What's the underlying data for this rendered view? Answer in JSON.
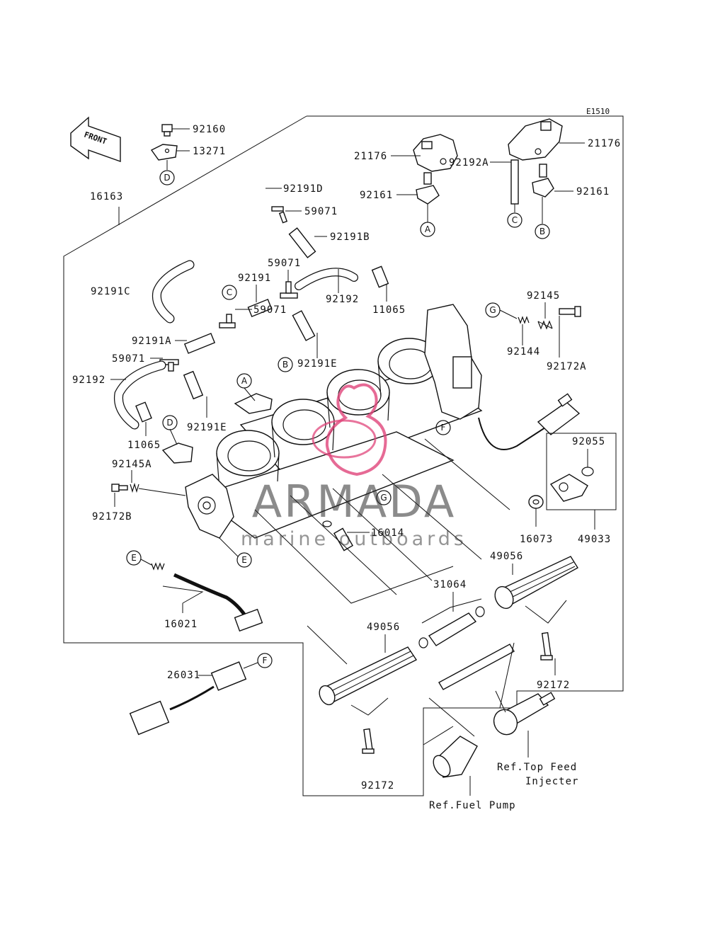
{
  "diagram_code": "E1510",
  "front_label": "FRONT",
  "parts": {
    "p92160": "92160",
    "p13271": "13271",
    "p16163": "16163",
    "p92191D": "92191D",
    "p59071_top": "59071",
    "p92191B": "92191B",
    "p21176_left": "21176",
    "p92161_left": "92161",
    "p92192A": "92192A",
    "p21176_right": "21176",
    "p92161_right": "92161",
    "p92191C": "92191C",
    "p59071_mid": "59071",
    "p92191": "92191",
    "p92192_top": "92192",
    "p11065_top": "11065",
    "p92145": "92145",
    "p92191A": "92191A",
    "p59071_b": "59071",
    "p59071_c": "59071",
    "p92191E_mid": "92191E",
    "p92144": "92144",
    "p92172A": "92172A",
    "p92192_left": "92192",
    "p92191E_low": "92191E",
    "p11065_low": "11065",
    "p92145A": "92145A",
    "p92172B": "92172B",
    "p16014": "16014",
    "p92055": "92055",
    "p16073": "16073",
    "p49033": "49033",
    "p49056_right": "49056",
    "p31064": "31064",
    "p16021": "16021",
    "p49056_left": "49056",
    "p26031": "26031",
    "p92172_right": "92172",
    "p92172_bottom": "92172"
  },
  "callouts": {
    "A": "A",
    "B": "B",
    "C": "C",
    "D": "D",
    "E": "E",
    "F": "F",
    "G": "G"
  },
  "refs": {
    "top_feed_line1": "Ref.Top Feed",
    "top_feed_line2": "Injecter",
    "fuel_pump": "Ref.Fuel Pump"
  },
  "watermark": {
    "title": "ARMADA",
    "subtitle": "marine outboards",
    "logo_color": "#e0457b"
  }
}
